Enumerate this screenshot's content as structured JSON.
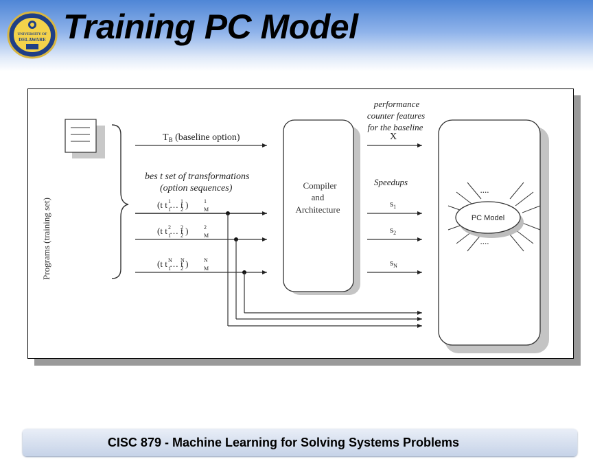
{
  "slide": {
    "title": "Training PC Model",
    "footer": "CISC 879 - Machine Learning for Solving Systems Problems",
    "logo": {
      "icon": "university-of-delaware-seal",
      "text_top": "UNIVERSITY OF",
      "text_main": "DELAWARE"
    }
  },
  "diagram": {
    "programs_label": "Programs (training set)",
    "document_icon": "document-icon",
    "tb_label": "T",
    "tb_sub": "B",
    "tb_rest": " (baseline option)",
    "best_set_line1": "bes t  set of transformations",
    "best_set_line2": "(option sequences)",
    "seq1": "(t  t  … t  )",
    "seq2": "(t  t  … t  )",
    "seqN": "(t  t  … t  )",
    "seq1_sup": [
      "1",
      "1",
      "1"
    ],
    "seq1_sub": [
      "1",
      "2",
      "M"
    ],
    "seq2_sup": [
      "2",
      "2",
      "2"
    ],
    "seq2_sub": [
      "1",
      "2",
      "M"
    ],
    "seqN_sup": [
      "N",
      "N",
      "N"
    ],
    "seqN_sub": [
      "1",
      "2",
      "M"
    ],
    "compiler_line1": "Compiler",
    "compiler_line2": "and",
    "compiler_line3": "Architecture",
    "perf_line1": "performance",
    "perf_line2": "counter features",
    "perf_line3": "for the baseline",
    "x_label": "X",
    "speedups_label": "Speedups",
    "s1_main": "s",
    "s1_sub": "1",
    "s2_main": "s",
    "s2_sub": "2",
    "sN_main": "s",
    "sN_sub": "N",
    "pc_model_label": "PC Model",
    "dots_top": "....",
    "dots_bottom": "...."
  }
}
